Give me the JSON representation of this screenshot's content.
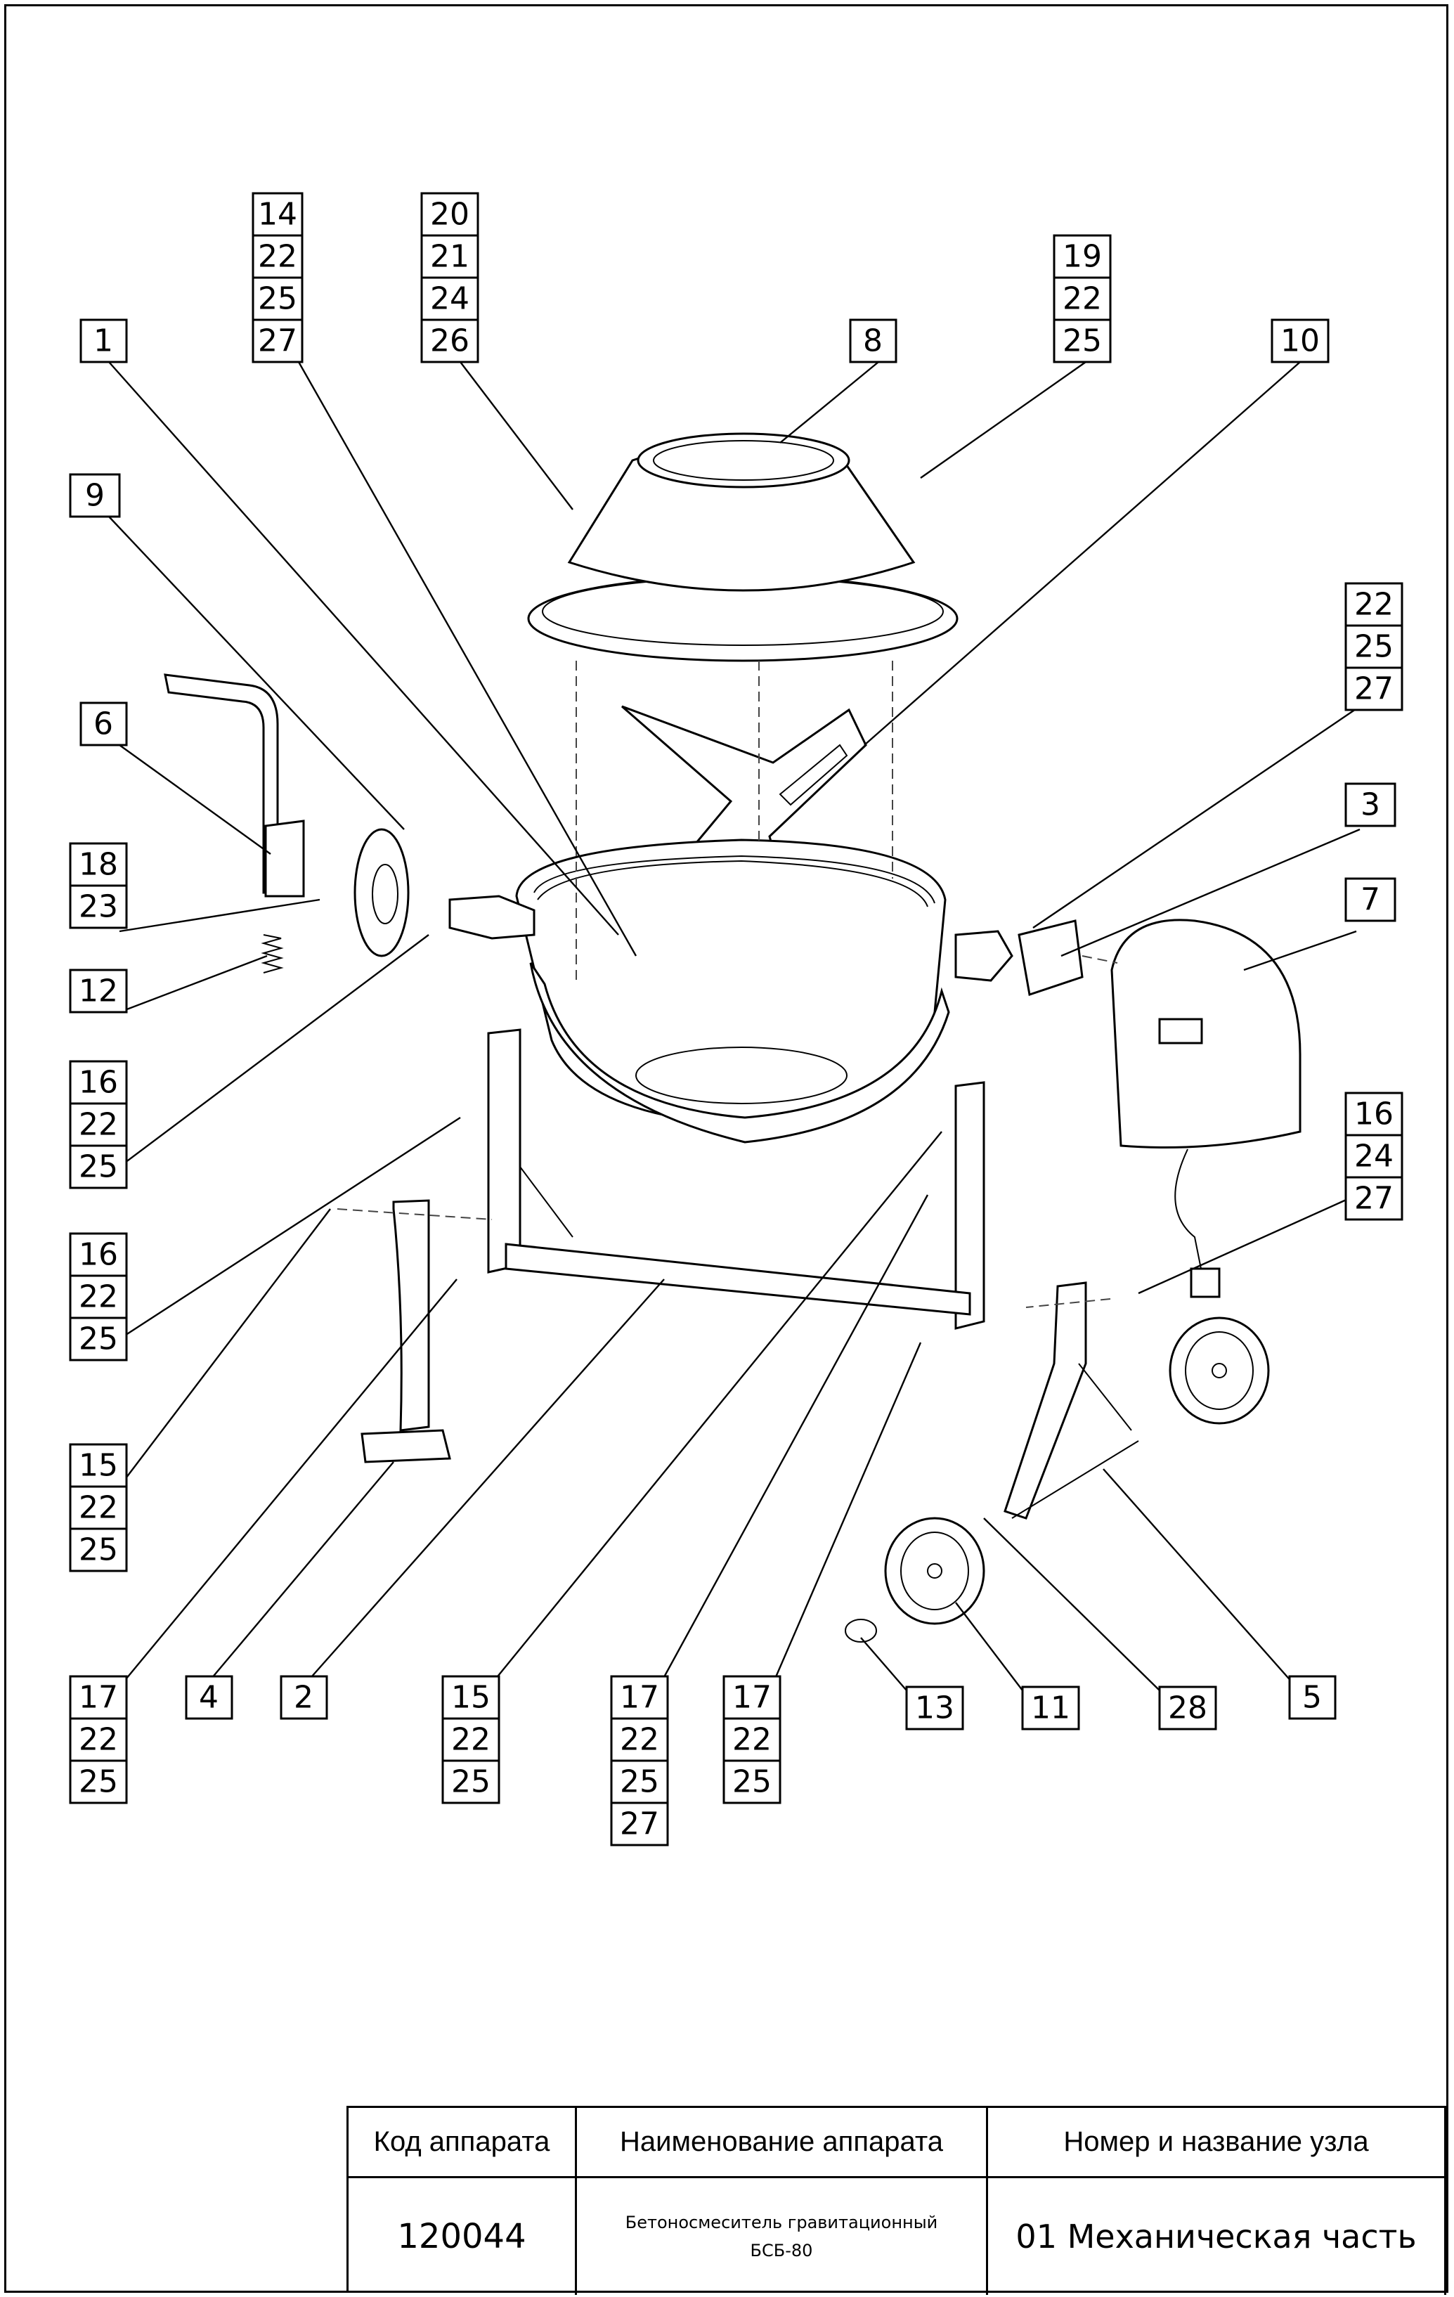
{
  "callouts": [
    {
      "id": "c14",
      "values": [
        "14",
        "22",
        "25",
        "27"
      ]
    },
    {
      "id": "c20",
      "values": [
        "20",
        "21",
        "24",
        "26"
      ]
    },
    {
      "id": "c19",
      "values": [
        "19",
        "22",
        "25"
      ]
    },
    {
      "id": "c1",
      "values": [
        "1"
      ]
    },
    {
      "id": "c8",
      "values": [
        "8"
      ]
    },
    {
      "id": "c10",
      "values": [
        "10"
      ]
    },
    {
      "id": "c9",
      "values": [
        "9"
      ]
    },
    {
      "id": "c22r",
      "values": [
        "22",
        "25",
        "27"
      ]
    },
    {
      "id": "c6",
      "values": [
        "6"
      ]
    },
    {
      "id": "c3",
      "values": [
        "3"
      ]
    },
    {
      "id": "c18",
      "values": [
        "18",
        "23"
      ]
    },
    {
      "id": "c7",
      "values": [
        "7"
      ]
    },
    {
      "id": "c12",
      "values": [
        "12"
      ]
    },
    {
      "id": "c16a",
      "values": [
        "16",
        "22",
        "25"
      ]
    },
    {
      "id": "c16r",
      "values": [
        "16",
        "24",
        "27"
      ]
    },
    {
      "id": "c16b",
      "values": [
        "16",
        "22",
        "25"
      ]
    },
    {
      "id": "c15a",
      "values": [
        "15",
        "22",
        "25"
      ]
    },
    {
      "id": "c17a",
      "values": [
        "17",
        "22",
        "25"
      ]
    },
    {
      "id": "c4",
      "values": [
        "4"
      ]
    },
    {
      "id": "c2",
      "values": [
        "2"
      ]
    },
    {
      "id": "c15b",
      "values": [
        "15",
        "22",
        "25"
      ]
    },
    {
      "id": "c17b",
      "values": [
        "17",
        "22",
        "25",
        "27"
      ]
    },
    {
      "id": "c17c",
      "values": [
        "17",
        "22",
        "25"
      ]
    },
    {
      "id": "c13",
      "values": [
        "13"
      ]
    },
    {
      "id": "c11",
      "values": [
        "11"
      ]
    },
    {
      "id": "c28",
      "values": [
        "28"
      ]
    },
    {
      "id": "c5",
      "values": [
        "5"
      ]
    }
  ],
  "title_block": {
    "code_header": "Код аппарата",
    "name_header": "Наименование аппарата",
    "node_header": "Номер и название узла",
    "code_value": "120044",
    "name_line1": "Бетоносмеситель гравитационный",
    "name_line2": "БСБ-80",
    "node_value": "01 Механическая часть"
  }
}
